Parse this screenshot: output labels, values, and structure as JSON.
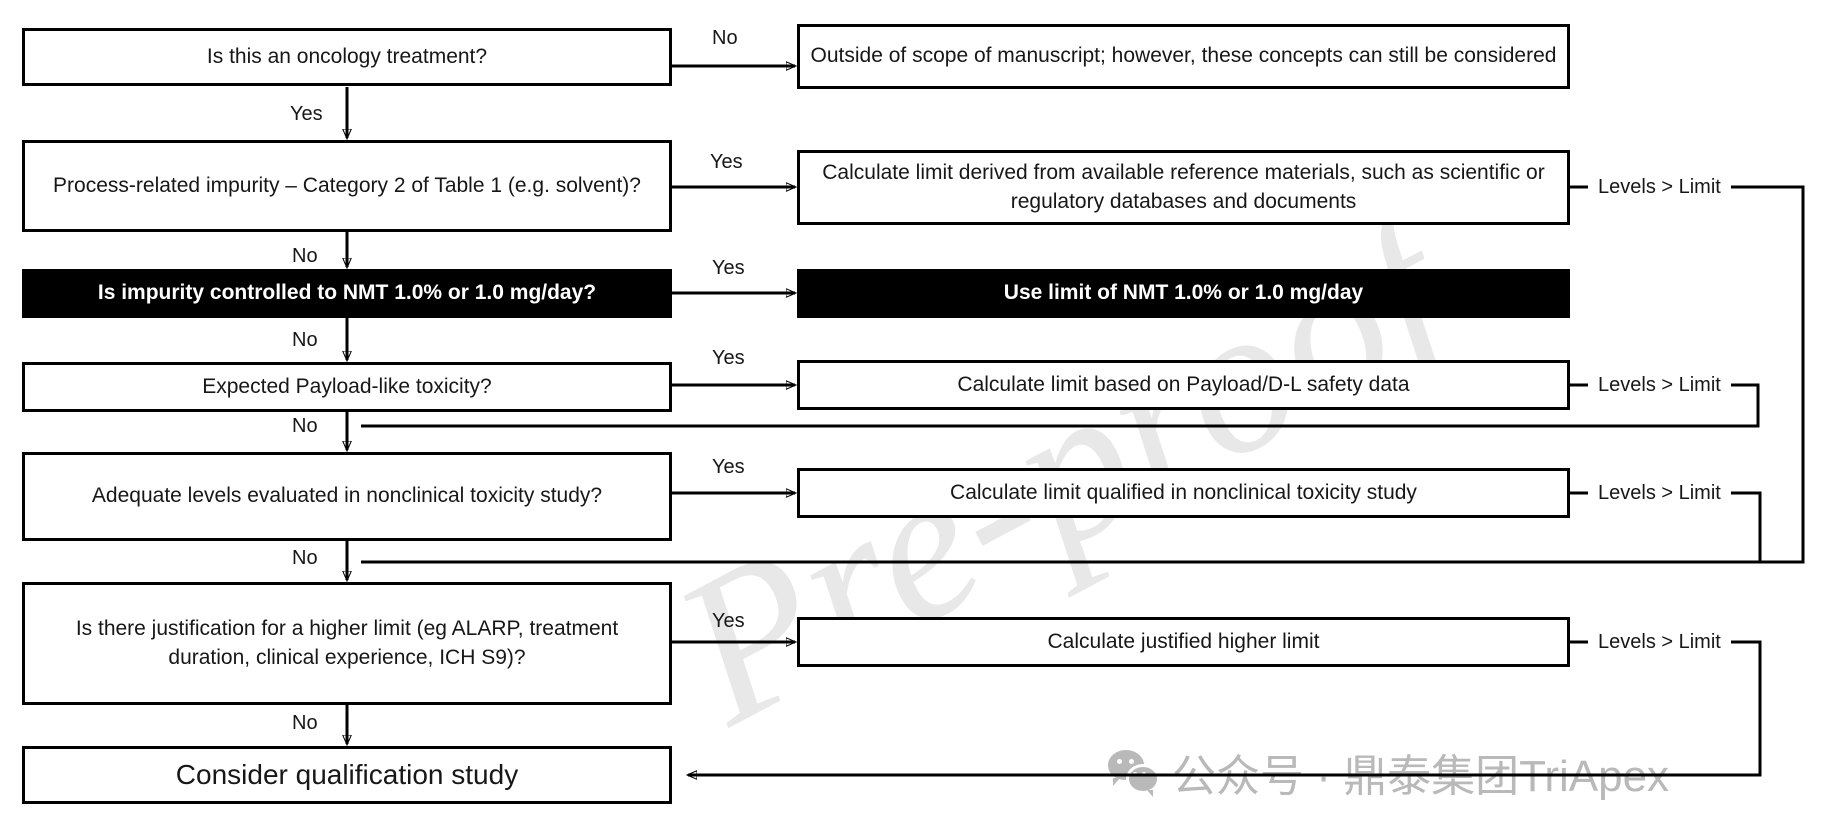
{
  "figure": {
    "type": "flowchart",
    "title": "Decision tree for setting impurity limits in oncology (ADC) products",
    "orientation": "top-to-bottom with right-hand outcome branches"
  },
  "decisions": [
    {
      "id": "d1",
      "text": "Is this an oncology treatment?",
      "yes_label": "Yes",
      "no_label": "No",
      "style": "normal"
    },
    {
      "id": "d2",
      "text": "Process-related impurity – Category 2 of Table 1 (e.g. solvent)?",
      "yes_label": "Yes",
      "no_label": "No",
      "style": "normal"
    },
    {
      "id": "d3",
      "text": "Is impurity controlled to NMT 1.0% or 1.0 mg/day?",
      "yes_label": "Yes",
      "no_label": "No",
      "style": "inverted"
    },
    {
      "id": "d4",
      "text": "Expected Payload-like toxicity?",
      "yes_label": "Yes",
      "no_label": "No",
      "style": "normal"
    },
    {
      "id": "d5",
      "text": "Adequate levels evaluated in nonclinical  toxicity study?",
      "yes_label": "Yes",
      "no_label": "No",
      "style": "normal"
    },
    {
      "id": "d6",
      "text": "Is there justification for a higher limit (eg ALARP, treatment duration, clinical experience, ICH S9)?",
      "yes_label": "Yes",
      "no_label": "No",
      "style": "normal"
    }
  ],
  "outcomes": [
    {
      "id": "o1",
      "text": "Outside of scope of manuscript; however, these concepts can still be considered",
      "style": "normal",
      "limit_label": ""
    },
    {
      "id": "o2",
      "text": "Calculate limit derived from available reference materials, such as scientific or regulatory databases and documents",
      "style": "normal",
      "limit_label": "Levels > Limit"
    },
    {
      "id": "o3",
      "text": "Use limit of NMT 1.0% or 1.0 mg/day",
      "style": "inverted",
      "limit_label": ""
    },
    {
      "id": "o4",
      "text": "Calculate limit based on Payload/D-L  safety data",
      "style": "normal",
      "limit_label": "Levels > Limit"
    },
    {
      "id": "o5",
      "text": "Calculate  limit qualified in nonclinical toxicity study",
      "style": "normal",
      "limit_label": "Levels > Limit"
    },
    {
      "id": "o6",
      "text": "Calculate justified higher limit",
      "style": "normal",
      "limit_label": "Levels > Limit"
    }
  ],
  "terminal": {
    "id": "t1",
    "text": "Consider qualification study"
  },
  "watermark": {
    "diagonal_text": "Pre-proof",
    "brand_text": "公众号 · 鼎泰集团TriApex",
    "icon": "wechat-icon",
    "color": "#e8e8e8"
  },
  "colors": {
    "stroke": "#000000",
    "text": "#171717",
    "box_fill": "#ffffff",
    "inverted_fill": "#000000",
    "inverted_text": "#ffffff",
    "watermark": "#e8e8e8",
    "brand_watermark": "#b9b9b9"
  }
}
